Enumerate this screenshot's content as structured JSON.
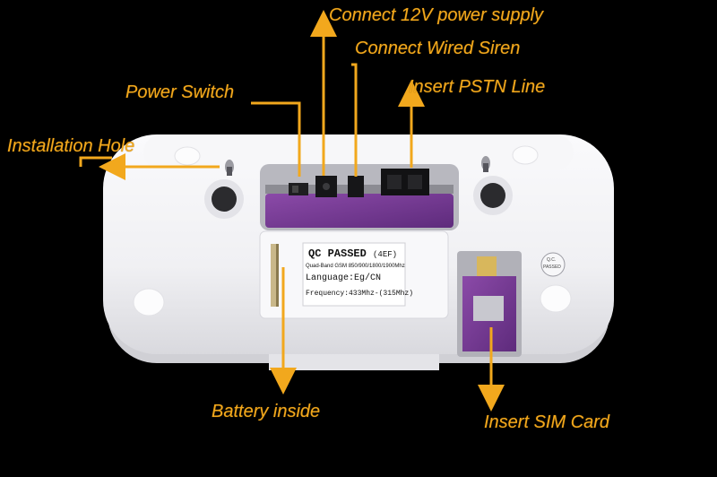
{
  "callouts": {
    "power_supply": "Connect 12V power supply",
    "wired_siren": "Connect Wired Siren",
    "pstn_line": "Insert PSTN Line",
    "power_switch": "Power Switch",
    "installation_hole": "Installation Hole",
    "battery": "Battery inside",
    "sim_card": "Insert SIM Card"
  },
  "sticker": {
    "title": "QC PASSED",
    "code": "(4EF)",
    "bands": "Quad-Band GSM 850/900/1800/1900Mhz",
    "language": "Language:Eg/CN",
    "frequency": "Frequency:433Mhz-(315Mhz)"
  },
  "qc_seal": {
    "line1": "Q.C.",
    "line2": "PASSED"
  },
  "colors": {
    "background": "#000000",
    "callout": "#f2a81d",
    "housing": "#f4f4f6",
    "pcb": "#7a3e9a"
  }
}
